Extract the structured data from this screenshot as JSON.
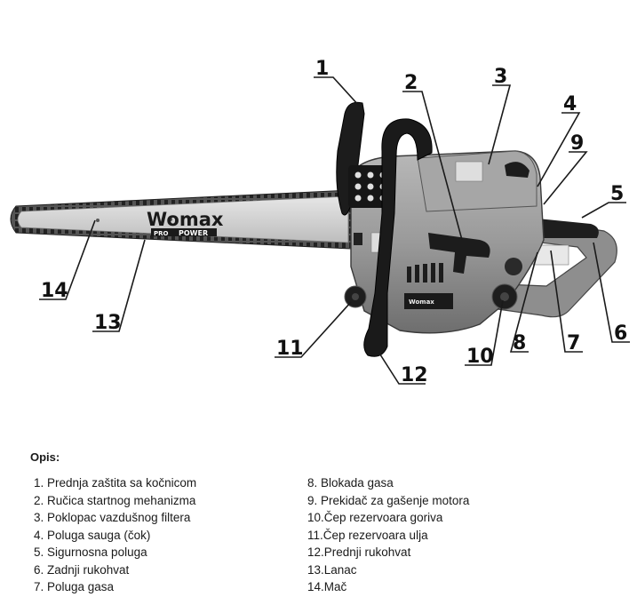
{
  "brand": {
    "name": "Womax",
    "line_left": "PRO",
    "line_right": "POWER"
  },
  "callouts": [
    "1",
    "2",
    "3",
    "4",
    "5",
    "6",
    "7",
    "8",
    "9",
    "10",
    "11",
    "12",
    "13",
    "14"
  ],
  "legend": {
    "title": "Opis:",
    "left": [
      "1.  Prednja zaštita sa kočnicom",
      "2.  Ručica startnog mehanizma",
      "3.  Poklopac vazdušnog filtera",
      "4.  Poluga sauga (čok)",
      "5.  Sigurnosna poluga",
      "6.  Zadnji rukohvat",
      "7.  Poluga gasa"
    ],
    "right": [
      "8.  Blokada gasa",
      "9.  Prekidač za gašenje motora",
      "10.Čep rezervoara goriva",
      "11.Čep rezervoara ulja",
      "12.Prednji rukohvat",
      "13.Lanac",
      "14.Mač"
    ]
  },
  "colors": {
    "body": "#9a9a9a",
    "dark": "#1c1c1c",
    "bar": "#d0d0d0",
    "chain": "#3a3a3a"
  }
}
